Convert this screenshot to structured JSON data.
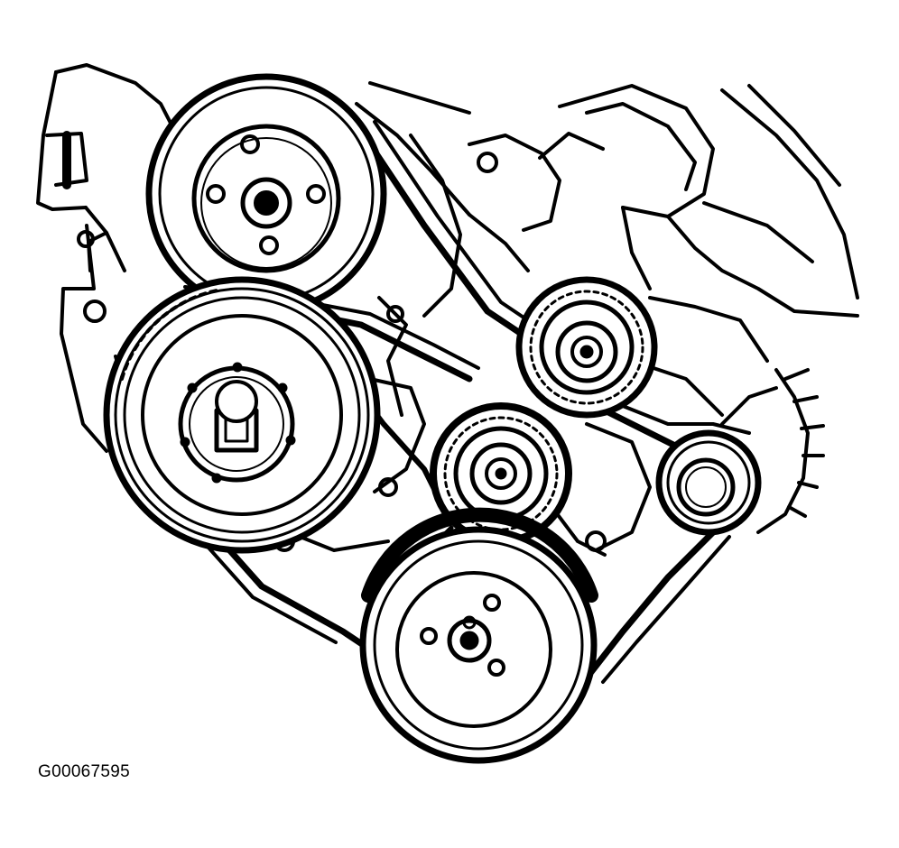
{
  "figure": {
    "id_label": "G00067595"
  },
  "colors": {
    "ink": "#000000",
    "paper": "#ffffff"
  },
  "components": [
    {
      "name": "upper-left-pulley"
    },
    {
      "name": "crankshaft-pulley"
    },
    {
      "name": "upper-idler-pulley"
    },
    {
      "name": "lower-idler-pulley"
    },
    {
      "name": "alternator-pulley"
    },
    {
      "name": "bottom-pulley"
    },
    {
      "name": "drive-belt"
    }
  ]
}
